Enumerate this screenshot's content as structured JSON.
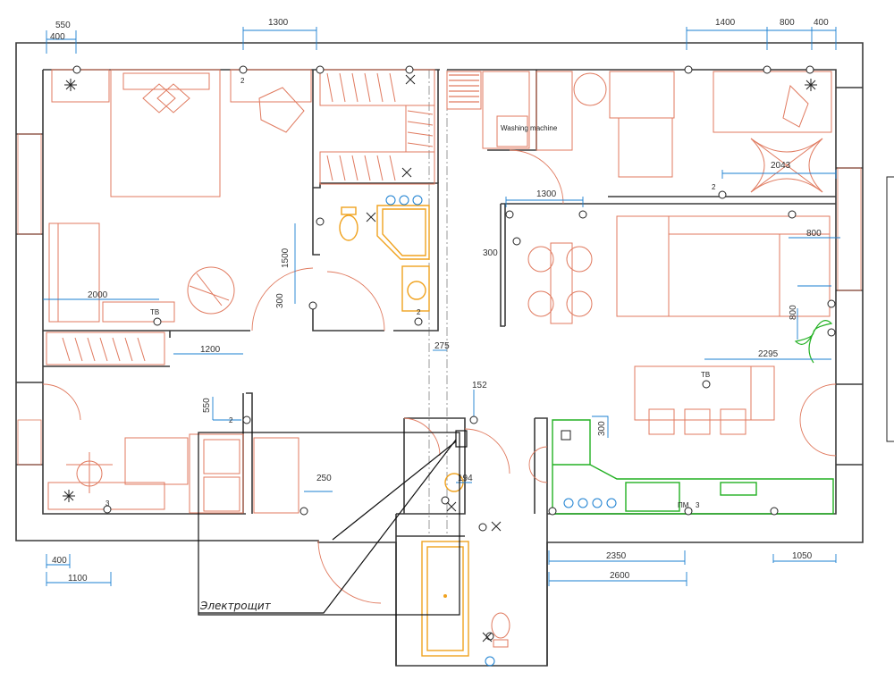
{
  "dimensions": {
    "top_550": "550",
    "top_400": "400",
    "top_1300": "1300",
    "top_1400": "1400",
    "top_800": "800",
    "top_400b": "400",
    "d_2043": "2043",
    "d_1300": "1300",
    "d_800": "800",
    "d_300a": "300",
    "d_1500": "1500",
    "d_300b": "300",
    "d_2000": "2000",
    "d_800b": "800",
    "d_1200": "1200",
    "d_2295": "2295",
    "d_275": "275",
    "d_152": "152",
    "d_550": "550",
    "d_300c": "300",
    "d_250": "250",
    "d_194": "194",
    "d_2350": "2350",
    "d_1050": "1050",
    "d_2600": "2600",
    "d_400": "400",
    "d_1100": "1100"
  },
  "labels": {
    "tv1": "ТВ",
    "tv2": "ТВ",
    "pm": "ПМ",
    "panel": "Электрощит",
    "washer": "Washing machine"
  },
  "socket_counts": {
    "s2": "2",
    "s3": "3"
  },
  "colors": {
    "walls": "#3a3a3a",
    "furniture": "#e07a5f",
    "plumbing": "#f0a21e",
    "kitchen": "#22b022",
    "dimensions": "#1a7fd1"
  }
}
